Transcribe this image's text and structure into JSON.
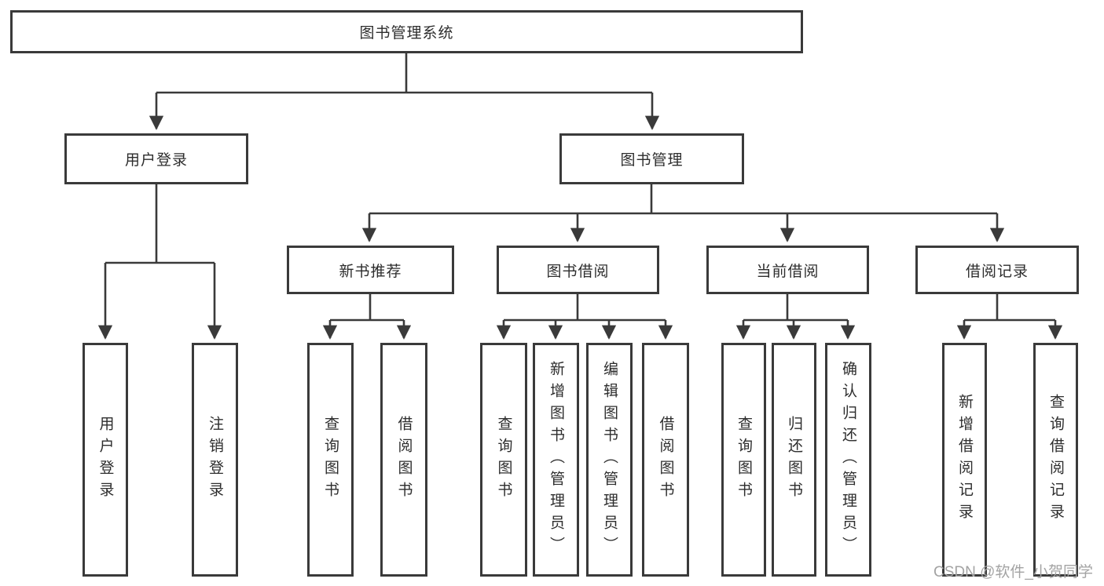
{
  "tree": {
    "label": "图书管理系统",
    "children": [
      {
        "label": "用户登录",
        "children": [
          {
            "label": "用户登录"
          },
          {
            "label": "注销登录"
          }
        ]
      },
      {
        "label": "图书管理",
        "children": [
          {
            "label": "新书推荐",
            "children": [
              {
                "label": "查询图书"
              },
              {
                "label": "借阅图书"
              }
            ]
          },
          {
            "label": "图书借阅",
            "children": [
              {
                "label": "查询图书"
              },
              {
                "label": "新增图书（管理员）"
              },
              {
                "label": "编辑图书（管理员）"
              },
              {
                "label": "借阅图书"
              }
            ]
          },
          {
            "label": "当前借阅",
            "children": [
              {
                "label": "查询图书"
              },
              {
                "label": "归还图书"
              },
              {
                "label": "确认归还（管理员）"
              }
            ]
          },
          {
            "label": "借阅记录",
            "children": [
              {
                "label": "新增借阅记录"
              },
              {
                "label": "查询借阅记录"
              }
            ]
          }
        ]
      }
    ]
  },
  "watermark": {
    "text": "CSDN @软件_小贺同学"
  },
  "colors": {
    "line": "#3a3a3a",
    "text": "#2d2d2d",
    "watermark": "#a3a3a3",
    "background": "#ffffff"
  }
}
